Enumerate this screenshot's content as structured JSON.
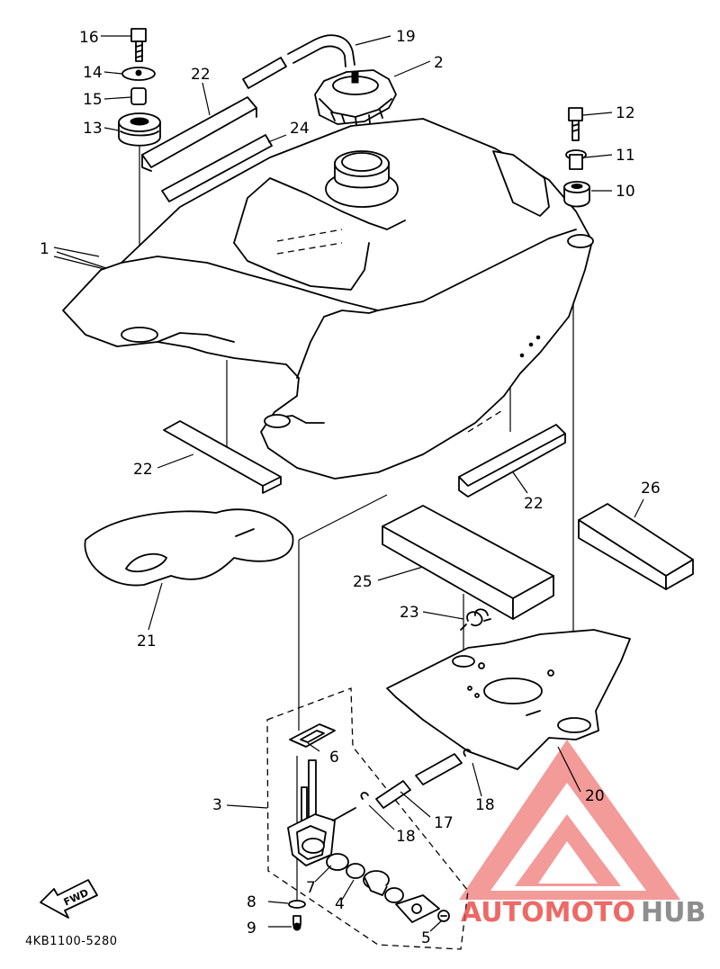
{
  "diagram": {
    "code": "4KB1100-5280",
    "fwd_label": "FWD",
    "callouts": {
      "c1": "1",
      "c2": "2",
      "c3": "3",
      "c4": "4",
      "c5": "5",
      "c6": "6",
      "c7": "7",
      "c8": "8",
      "c9": "9",
      "c10": "10",
      "c11": "11",
      "c12": "12",
      "c13": "13",
      "c14": "14",
      "c15": "15",
      "c16": "16",
      "c17": "17",
      "c18a": "18",
      "c18b": "18",
      "c19": "19",
      "c20": "20",
      "c21": "21",
      "c22a": "22",
      "c22b": "22",
      "c22c": "22",
      "c23": "23",
      "c24": "24",
      "c25": "25",
      "c26": "26"
    }
  },
  "watermark": {
    "part1": "AUTOMOTO",
    "part2": "HUB",
    "color_primary": "#e8433f",
    "color_secondary": "#7a7a7a"
  }
}
